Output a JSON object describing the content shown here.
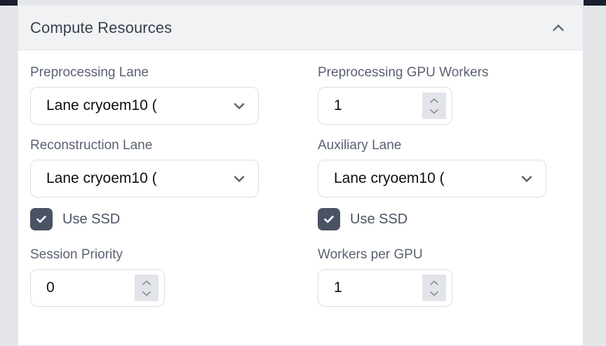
{
  "panel": {
    "title": "Compute Resources",
    "collapse_icon": "chevron-up-icon",
    "expanded": true
  },
  "fields": {
    "preprocessing_lane": {
      "label": "Preprocessing Lane",
      "value": "Lane cryoem10 (",
      "caret_icon": "chevron-down-icon"
    },
    "preprocessing_gpu_workers": {
      "label": "Preprocessing GPU Workers",
      "value": "1",
      "spinner_icon": "spinner-updown-icon"
    },
    "reconstruction_lane": {
      "label": "Reconstruction Lane",
      "value": "Lane cryoem10 (",
      "caret_icon": "chevron-down-icon"
    },
    "auxiliary_lane": {
      "label": "Auxiliary Lane",
      "value": "Lane cryoem10 (",
      "caret_icon": "chevron-down-icon"
    },
    "use_ssd_left": {
      "label": "Use SSD",
      "checked": true,
      "check_icon": "checkmark-icon"
    },
    "use_ssd_right": {
      "label": "Use SSD",
      "checked": true,
      "check_icon": "checkmark-icon"
    },
    "session_priority": {
      "label": "Session Priority",
      "value": "0",
      "spinner_icon": "spinner-updown-icon"
    },
    "workers_per_gpu": {
      "label": "Workers per GPU",
      "value": "1",
      "spinner_icon": "spinner-updown-icon"
    }
  },
  "colors": {
    "header_bg": "#f1f2f4",
    "card_border": "#e3e5e9",
    "label_text": "#5a6272",
    "value_text": "#0d0f14",
    "checkbox_fill": "#4a5264",
    "spinner_bg": "#e2e4ea",
    "page_bg": "#e4e6ea",
    "topbar": "#1a1f2e"
  }
}
